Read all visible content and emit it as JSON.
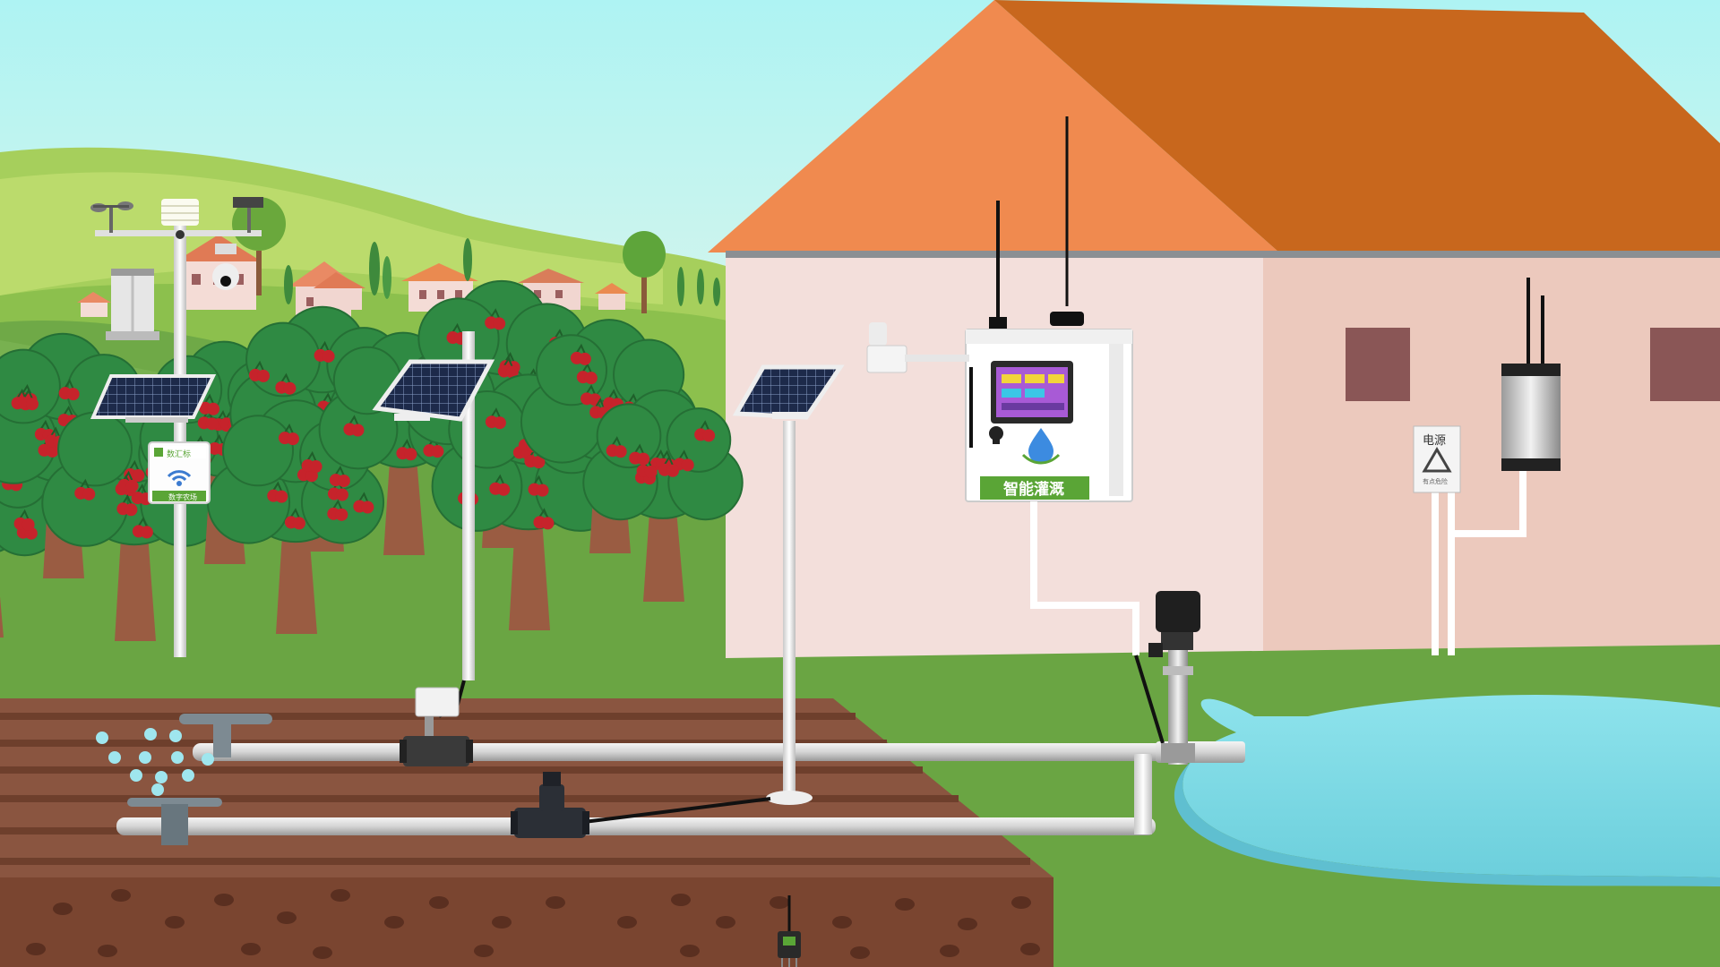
{
  "scene": {
    "colors": {
      "sky_top": "#aef3f3",
      "sky_bottom": "#f6f7e6",
      "hill_far": "#b8d96a",
      "hill_mid": "#7fb83f",
      "grass": "#6aa543",
      "soil": "#8a5540",
      "soil_dark": "#6e3f2c",
      "house_wall": "#f3dfdb",
      "house_side": "#e8c6b8",
      "roof_front": "#f08a4f",
      "roof_side": "#c8671d",
      "window": "#8a5656",
      "pond": "#7fd9e3",
      "pipe": "#dcdcdc",
      "tree_leaf": "#2f8a43",
      "cherry": "#c6232b",
      "trunk": "#9a5c42",
      "accent_green": "#5aa536"
    }
  },
  "controller_cabinet": {
    "badge_text": "智能灌溉",
    "icon": "water-drop-plant-icon",
    "screen_icon": "touchscreen-dashboard-icon"
  },
  "weather_station_box": {
    "brand_text": "数汇标",
    "footer_text": "数字农场",
    "icon": "wifi-signal-icon"
  },
  "power_sign": {
    "title": "电源",
    "subtitle": "有点危险",
    "icon": "warning-triangle-icon"
  },
  "devices": [
    {
      "name": "weather-station",
      "icon": "anemometer-icon"
    },
    {
      "name": "valve-controller-solar",
      "icon": "solar-panel-icon"
    },
    {
      "name": "solenoid-valve",
      "icon": "valve-icon"
    },
    {
      "name": "water-pump",
      "icon": "pump-icon"
    },
    {
      "name": "power-meter",
      "icon": "meter-icon"
    },
    {
      "name": "sprinkler",
      "icon": "sprinkler-icon"
    },
    {
      "name": "soil-sensor",
      "icon": "soil-probe-icon"
    }
  ]
}
